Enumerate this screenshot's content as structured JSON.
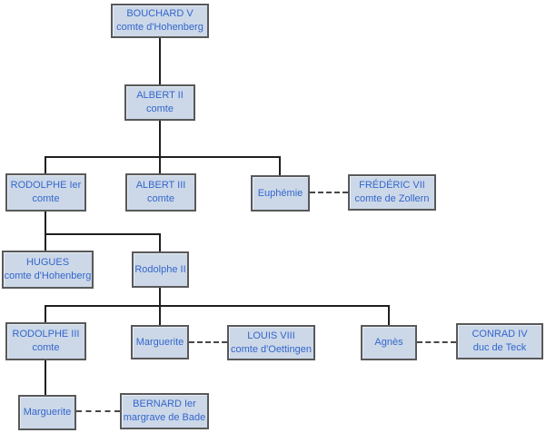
{
  "diagram": {
    "type": "genealogy-family-tree",
    "language": "fr"
  },
  "colors": {
    "background": "#ffffff",
    "box_fill": "#ccd8e8",
    "box_border": "#595959",
    "box_drop_shadow": "#3b6fc9",
    "text": "#3366cc",
    "descent_line": "#1f1f1f",
    "marriage_line": "#474747"
  },
  "nodes": {
    "bouchard_v": {
      "name": "BOUCHARD V",
      "title": "comte d'Hohenberg"
    },
    "albert_ii": {
      "name": "ALBERT II",
      "title": "comte"
    },
    "rodolphe_ier": {
      "name": "RODOLPHE Ier",
      "title": "comte"
    },
    "albert_iii": {
      "name": "ALBERT III",
      "title": "comte"
    },
    "euphemie": {
      "name": "Euphémie"
    },
    "frederic_vii": {
      "name": "FRÉDÉRIC VII",
      "title": "comte de Zollern"
    },
    "hugues": {
      "name": "HUGUES",
      "title": "comte d'Hohenberg"
    },
    "rodolphe_ii": {
      "name": "Rodolphe II"
    },
    "rodolphe_iii": {
      "name": "RODOLPHE III",
      "title": "comte"
    },
    "marguerite_oettingen": {
      "name": "Marguerite"
    },
    "louis_viii": {
      "name": "LOUIS VIII",
      "title": "comte d'Oettingen"
    },
    "agnes": {
      "name": "Agnès"
    },
    "conrad_iv": {
      "name": "CONRAD IV",
      "title": "duc de Teck"
    },
    "marguerite_bade": {
      "name": "Marguerite"
    },
    "bernard_ier": {
      "name": "BERNARD Ier",
      "title": "margrave de Bade"
    }
  },
  "relations": {
    "descent": [
      {
        "parent": "bouchard_v",
        "children": [
          "albert_ii"
        ]
      },
      {
        "parent": "albert_ii",
        "children": [
          "rodolphe_ier",
          "albert_iii",
          "euphemie"
        ]
      },
      {
        "parent": "rodolphe_ier",
        "children": [
          "hugues",
          "rodolphe_ii"
        ]
      },
      {
        "parent": "rodolphe_ii",
        "children": [
          "rodolphe_iii",
          "marguerite_oettingen",
          "agnes"
        ]
      },
      {
        "parent": "rodolphe_iii",
        "children": [
          "marguerite_bade"
        ]
      }
    ],
    "marriages": [
      [
        "euphemie",
        "frederic_vii"
      ],
      [
        "marguerite_oettingen",
        "louis_viii"
      ],
      [
        "agnes",
        "conrad_iv"
      ],
      [
        "marguerite_bade",
        "bernard_ier"
      ]
    ]
  }
}
